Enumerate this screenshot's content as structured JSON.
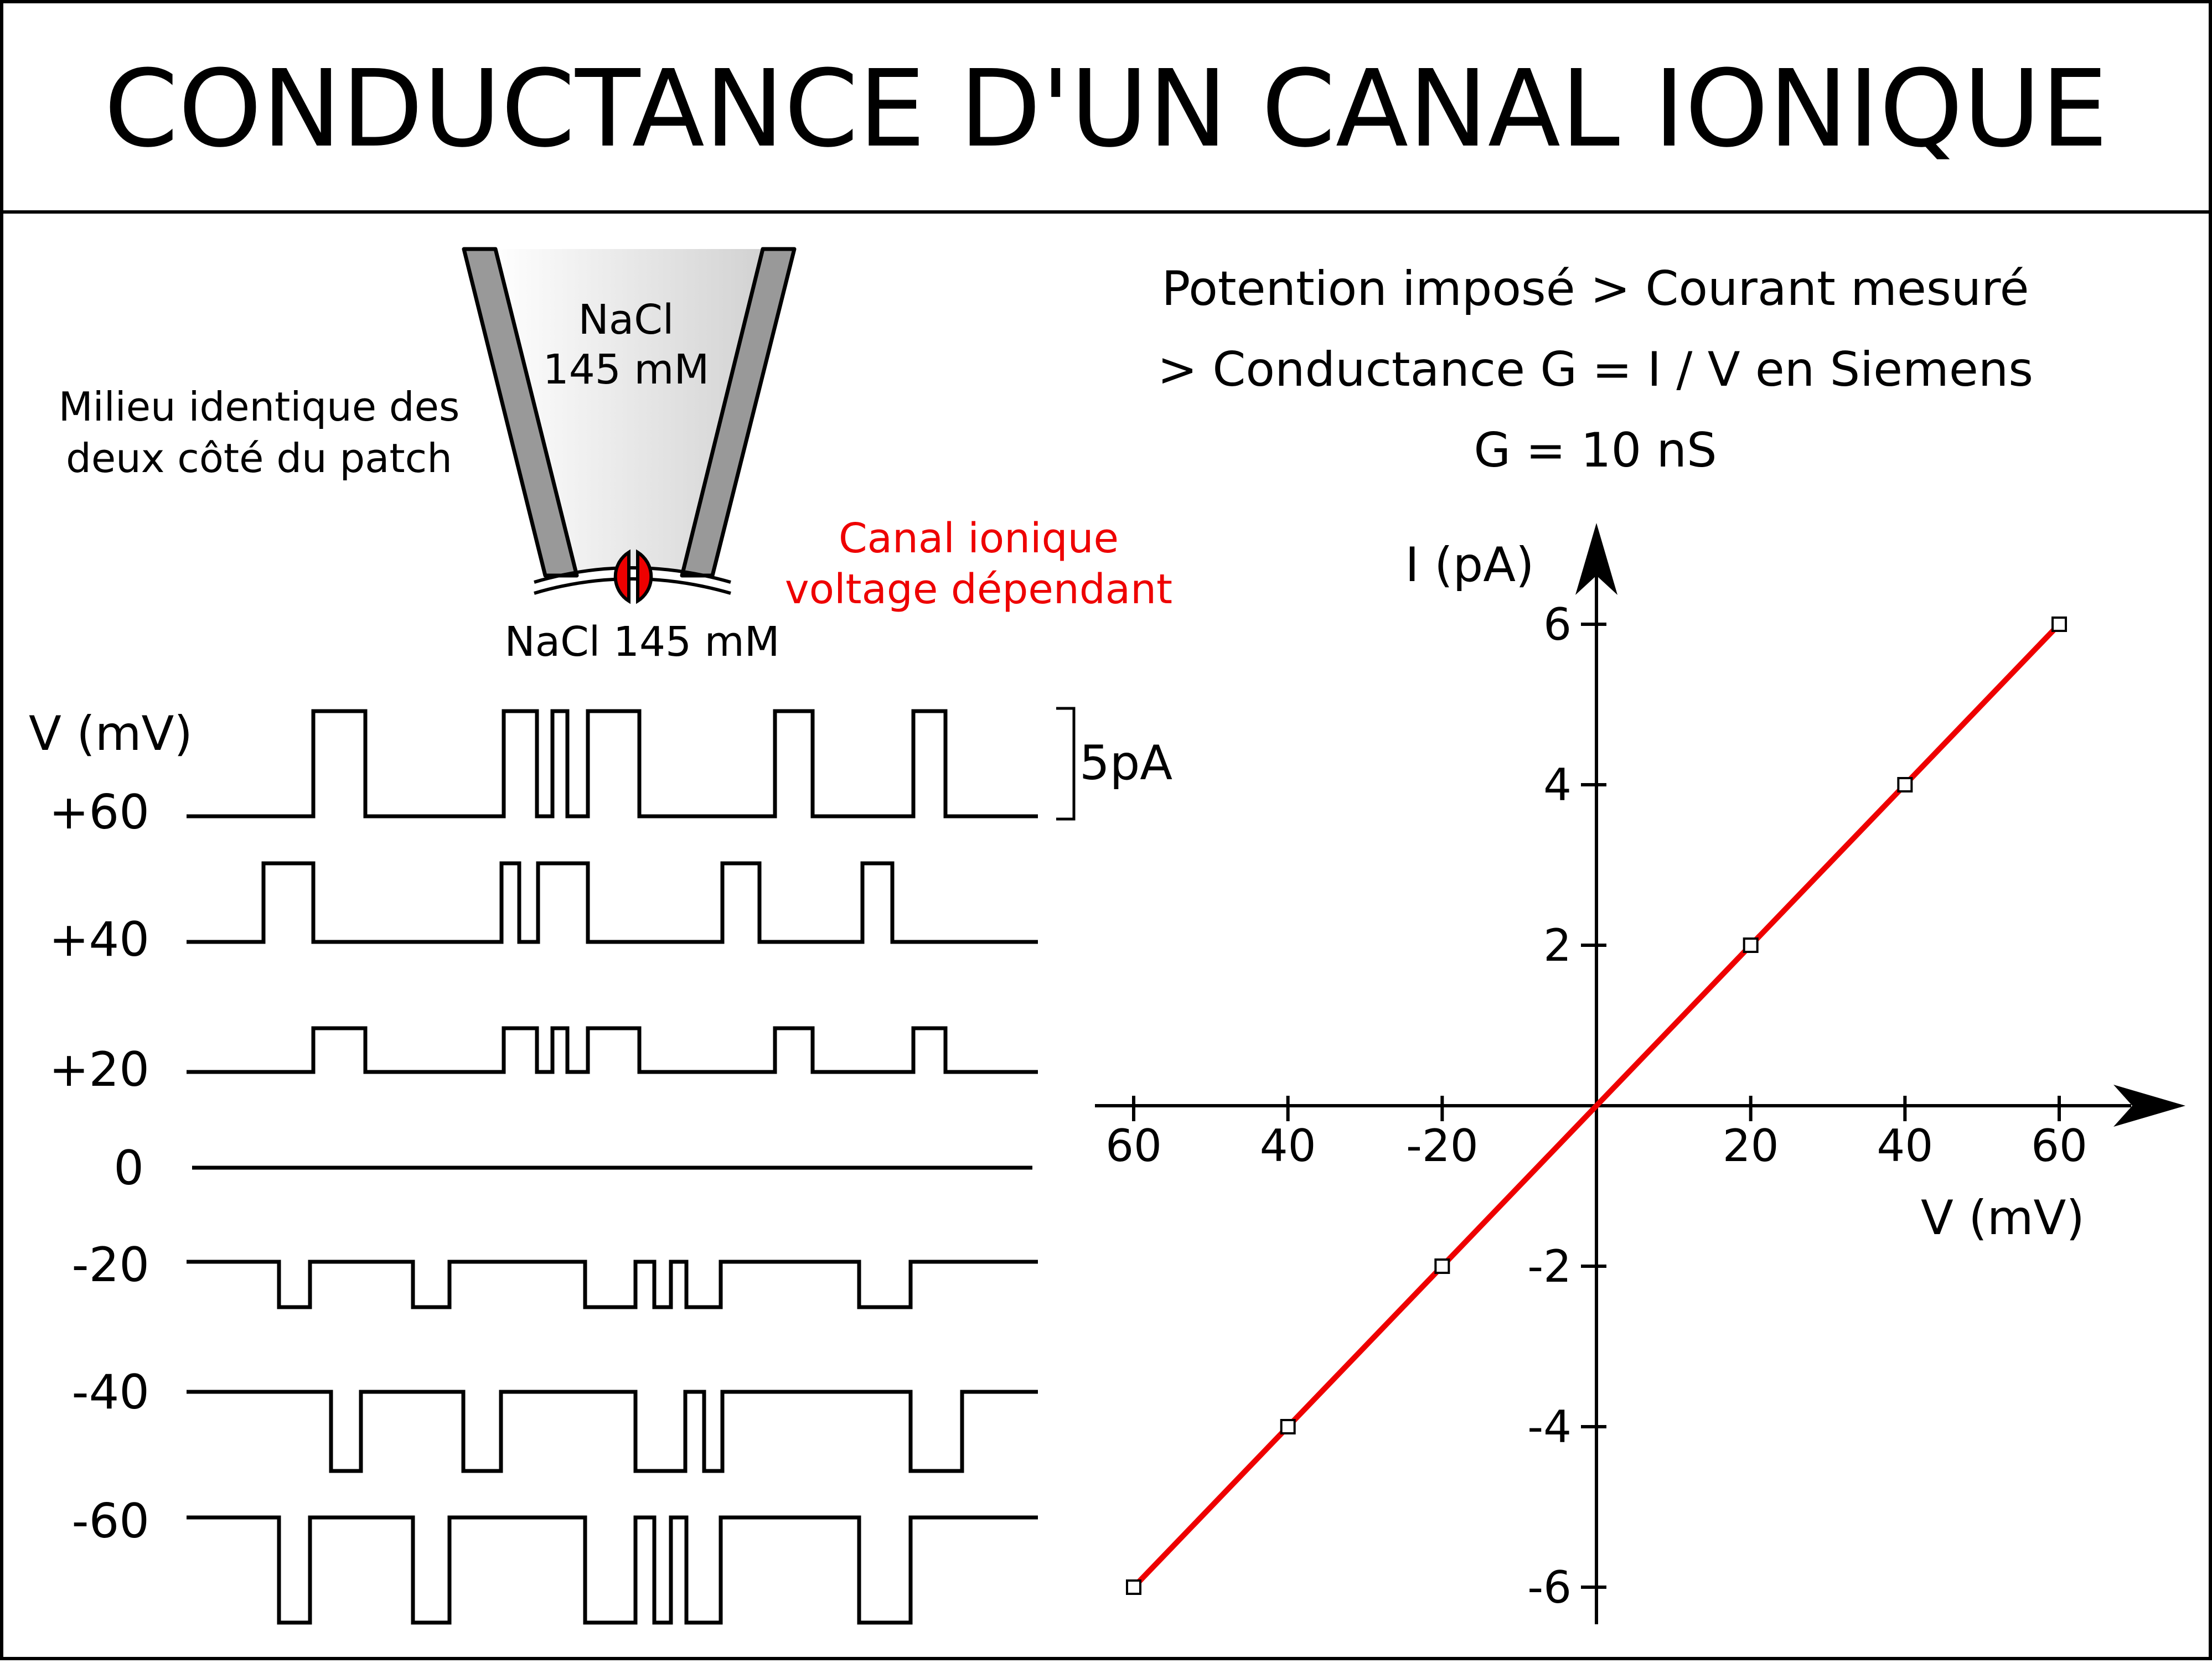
{
  "title": "CONDUCTANCE D'UN CANAL IONIQUE",
  "patch": {
    "pipette_label_line1": "NaCl",
    "pipette_label_line2": "145 mM",
    "bath_label": "NaCl 145 mM",
    "milieu_line1": "Milieu identique des",
    "milieu_line2": "deux côté du patch",
    "canal_line1": "Canal ionique",
    "canal_line2": "voltage dépendant",
    "canal_color": "#ee0000"
  },
  "info": {
    "line1": "Potention imposé > Courant mesuré",
    "line2": "> Conductance G = I / V  en Siemens",
    "line3": "G = 10 nS"
  },
  "traces": {
    "axis_label": "V (mV)",
    "scale_label": "5pA",
    "levels": [
      "+60",
      "+40",
      "+20",
      "0",
      "-20",
      "-40",
      "-60"
    ]
  },
  "chart_data": {
    "type": "line",
    "xlabel": "V (mV)",
    "ylabel": "I (pA)",
    "x_tick_labels": [
      "60",
      "40",
      "-20",
      "20",
      "40",
      "60"
    ],
    "x_ticks": [
      -60,
      -40,
      -20,
      20,
      40,
      60
    ],
    "y_ticks": [
      -6,
      -4,
      -2,
      2,
      4,
      6
    ],
    "y_tick_labels": [
      "-6",
      "-4",
      "-2",
      "2",
      "4",
      "6"
    ],
    "xlim": [
      -60,
      60
    ],
    "ylim": [
      -6,
      6
    ],
    "series": [
      {
        "x": [
          -60,
          -40,
          -20,
          20,
          40,
          60
        ],
        "y": [
          -6,
          -4,
          -2,
          2,
          4,
          6
        ],
        "color": "#ee0000"
      }
    ]
  }
}
